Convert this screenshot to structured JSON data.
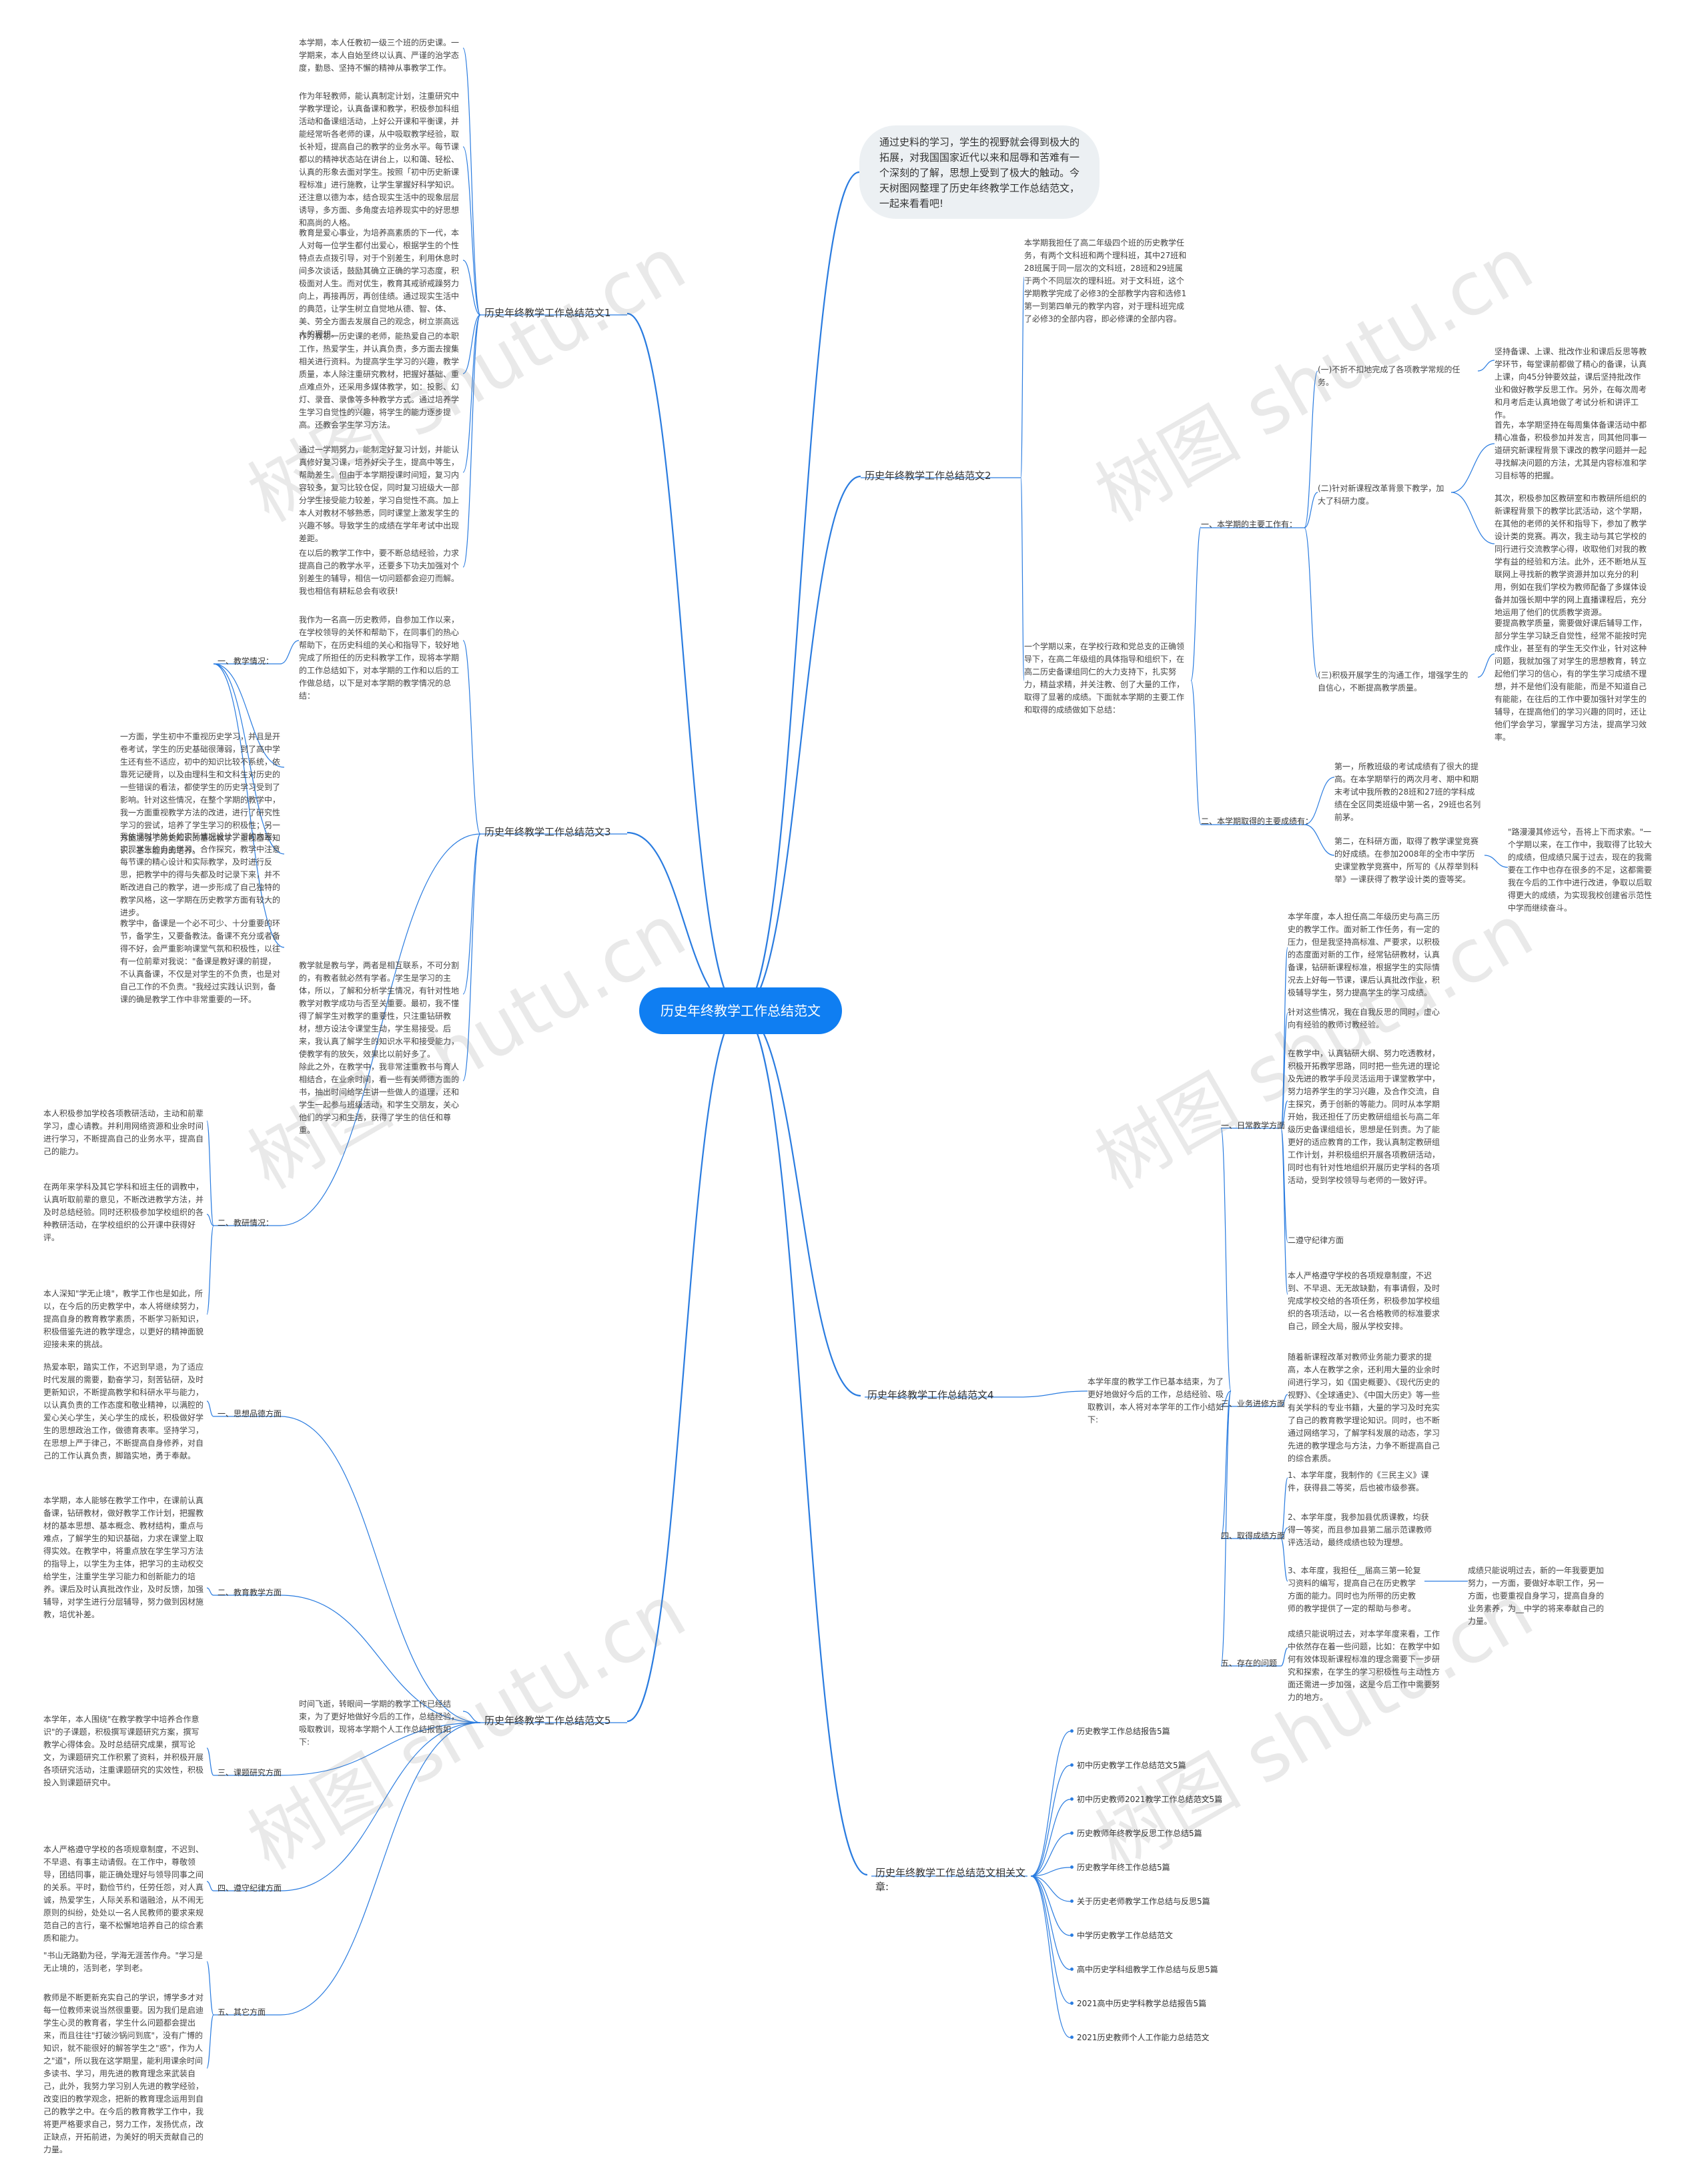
{
  "root": "历史年终教学工作总结范文",
  "intro": "通过史料的学习，学生的视野就会得到极大的拓展，对我国国家近代以来和屈辱和苦难有一个深刻的了解，思想上受到了极大的触动。今天树图网整理了历史年终教学工作总结范文，一起来看看吧!",
  "branches": {
    "b1": "历史年终教学工作总结范文1",
    "b2": "历史年终教学工作总结范文2",
    "b3": "历史年终教学工作总结范文3",
    "b4": "历史年终教学工作总结范文4",
    "b5": "历史年终教学工作总结范文5",
    "b6": "历史年终教学工作总结范文相关文章:"
  },
  "b1_paras": [
    "本学期，本人任教初一级三个班的历史课。一学期来，本人自始至终以认真、严谨的治学态度，勤恳、坚持不懈的精神从事教学工作。",
    "作为年轻教师，能认真制定计划，注重研究中学教学理论，认真备课和教学，积极参加科组活动和备课组活动，上好公开课和平衡课，并能经常听各老师的课，从中吸取教学经验，取长补短，提高自己的教学的业务水平。每节课都以的精神状态站在讲台上，以和蔼、轻松、认真的形象去面对学生。按照「初中历史新课程标准」进行施教，让学生掌握好科学知识。还注意以德为本，结合现实生活中的现象层层诱导，多方面、多角度去培养现实中的好思想和高尚的人格。",
    "教育是爱心事业，为培养高素质的下一代，本人对每一位学生都付出爱心，根据学生的个性特点去点拨引导，对于个别差生，利用休息时间多次谈话，鼓励其确立正确的学习态度，积极面对人生。而对优生，教育其戒骄戒躁努力向上，再接再厉，再创佳绩。通过现实生活中的典范，让学生树立自觉地从德、智、体、美、劳全方面去发展自己的观念，树立崇高远大的理想。",
    "作为教初一历史课的老师，能热爱自己的本职工作，热爱学生，并认真负责，多方面去搜集相关进行资料。为提高学生学习的兴趣，教学质量，本人除注重研究教材，把握好基础、重点难点外，还采用多媒体教学，如：投影、幻灯、录音、录像等多种教学方式。通过培养学生学习自觉性的兴趣，将学生的能力逐步提高。还教会学生学习方法。",
    "通过一学期努力，能制定好复习计划，并能认真修好复习课，培养好尖子生，提高中等生，帮助差生。但由于本学期授课时间短，复习内容较多，复习比较仓促，同时复习班级大一部分学生接受能力较差，学习自觉性不高。加上本人对教材不够熟悉，同时课堂上激发学生的兴趣不够。导致学生的成绩在学年考试中出现差距。",
    "在以后的教学工作中，要不断总结经验，力求提高自己的教学水平，还要多下功夫加强对个别差生的辅导，相信一切问题都会迎刃而解。我也相信有耕耘总会有收获!"
  ],
  "b2_intro": "本学期我担任了高二年级四个班的历史教学任务，有两个文科班和两个理科班，其中27班和28班属于同一层次的文科班，28班和29班属于两个不同层次的理科班。对于文科班，这个学期教学完成了必修3的全部教学内容和选修1第一到第四单元的教学内容，对于理科班完成了必修3的全部内容，即必修课的全部内容。",
  "b2_intro2": "一个学期以来，在学校行政和党总支的正确领导下，在高二年级组的具体指导和组织下，在高二历史备课组同仁的大力支持下，扎实努力，精益求精，并关注教、创了大量的工作，取得了显著的成绩。下面就本学期的主要工作和取得的成绩做如下总结：",
  "b2_l1a": "一、本学期的主要工作有：",
  "b2_l1b": "二、本学期取得的主要成绩有：",
  "b2_l2": [
    "(一)不折不扣地完成了各项教学常规的任务。",
    "(二)针对新课程改革背景下教学，加大了科研力度。",
    "(三)积极开展学生的沟通工作，增强学生的自信心，不断提高教学质量。"
  ],
  "b2_leaf1": "坚持备课、上课、批改作业和课后反思等教学环节，每堂课前都做了精心的备课，认真上课，向45分钟要效益，课后坚持批改作业和做好教学反思工作。另外，在每次周考和月考后走认真地做了考试分析和讲评工作。",
  "b2_leaf2a": "首先，本学期坚持在每周集体备课活动中都精心准备，积极参加并发言，同其他同事一道研究新课程背景下课改的教学问题并一起寻找解决问题的方法，尤其是内容标准和学习目标等的把握。",
  "b2_leaf2b": "其次，积极参加区教研室和市教研所组织的新课程背景下的教学比武活动，这个学期，在其他的老师的关怀和指导下，参加了教学设计类的竞赛。再次，我主动与其它学校的同行进行交流教学心得，收取他们对我的教学有益的经验和方法。此外，还不断地从互联网上寻找新的教学资源并加以充分的利用，例如在我们学校为教师配备了多媒体设备并加强长期中学的网上直播课程后，充分地运用了他们的优质教学资源。",
  "b2_leaf3": "要提高教学质量，需要做好课后辅导工作，部分学生学习缺乏自觉性，经常不能按时完成作业，甚至有的学生无交作业，针对这种问题，我就加强了对学生的思想教育，转立起他们学习的信心，有的学生学习成绩不理想，并不是他们没有能能，而是不知道自己有能能，在往后的工作中要加强针对学生的辅导，在提高他们的学习兴趣的同时，还让他们学会学习，掌握学习方法，提高学习效率。",
  "b2_ach1": "第一，所教班级的考试成绩有了很大的提高。在本学期举行的两次月考、期中和期末考试中我所教的28班和27班的学科成绩在全区同类班级中第一名，29班也名列前茅。",
  "b2_ach2": "第二，在科研方面，取得了教学课堂竞赛的好成绩。在参加2008年的全市中学历史课堂教学竞赛中，所写的《从荐举到科举》一课获得了教学设计类的壹等奖。",
  "b2_ach2_leaf": "\"路漫漫其修远兮，吾将上下而求索。\"一个学期以来，在工作中，我取得了比较大的成绩，但成绩只属于过去，现在的我需要在工作中也存在很多的不足，这都需要我在今后的工作中进行改进，争取以后取得更大的成绩，为实现我校创建省示范性中学而继续奋斗。",
  "b3_l1": [
    "一、教学情况：",
    "二、教研情况："
  ],
  "b3_p1": "我作为一名高一历史教师，自参加工作以来，在学校领导的关怀和帮助下，在同事们的热心帮助下，在历史科组的关心和指导下，较好地完成了所担任的历史科教学工作，现将本学期的工作总结如下，对本学期的工作和以后的工作做总结，以下是对本学期的教学情况的总结：",
  "b3_p2": "一方面，学生初中不重视历史学习，并且是开卷考试，学生的历史基础很薄弱，到了高中学生还有些不适应，初中的知识比较不系统，依靠死记硬背，以及由理科生和文科生对历史的一些错误的看法，都使学生的历史学习受到了影响。针对这些情况，在整个学期的教学中，我一方面重视教学方法的改进，进行了研究性学习的尝试，培养了学生学习的积极性；另一方面加强了历史知识的基础教学，重视基本知识、基本能力的培养。",
  "b3_p3": "我依课时地处长的实际情况设计学习的内容，实现学生的自主学习、合作探究，教学中注意每节课的精心设计和实际教学，及时进行反思，把教学中的得与失都及时记录下来，并不断改进自己的教学，进一步形成了自己独特的教学风格，这一学期在历史教学方面有较大的进步。",
  "b3_p4": "教学中，备课是一个必不可少、十分重要的环节，备学生，又要备教法。备课不充分或者备得不好，会严重影响课堂气氛和积极性，以往有一位前辈对我说：\"备课是教好课的前提，不认真备课，不仅是对学生的不负责，也是对自己工作的不负责。\"我经过实践认识到，备课的确是教学工作中非常重要的一环。",
  "b3_p5": "教学就是教与学，两者是相互联系，不可分割的，有教者就必然有学者。学生是学习的主体，所以，了解和分析学生情况，有针对性地教学对教学成功与否至关重要。最初，我不懂得了解学生对教学的重要性，只注重钻研教材，想方设法令课堂生动，学生易接受。后来，我认真了解学生的知识水平和接受能力，使教学有的放矢，效果比以前好多了。",
  "b3_p6": "除此之外，在教学中，我非常注重教书与育人相结合，在业余时间，看一些有关师德方面的书，抽出时间给学生讲一些做人的道理，还和学生一起参与班级活动，和学生交朋友，关心他们的学习和生活，获得了学生的信任和尊重。",
  "b3_p7": "本人积极参加学校各项教研活动，主动和前辈学习，虚心请教。并利用网络资源和业余时间进行学习，不断提高自己的业务水平，提高自己的能力。",
  "b3_p8": "在两年来学科及其它学科和班主任的调教中，认真听取前辈的意见，不断改进教学方法，并及时总结经验。同时还积极参加学校组织的各种教研活动，在学校组织的公开课中获得好评。",
  "b3_p9": "本人深知\"学无止境\"，教学工作也是如此，所以，在今后的历史教学中，本人将继续努力，提高自身的教育教学素质，不断学习新知识，积极借鉴先进的教学理念，以更好的精神面貌迎接未来的挑战。",
  "b4_intro": "本学年度的教学工作已基本结束，为了更好地做好今后的工作，总结经验、吸取教训，本人将对本学年的工作小结如下:",
  "b4_l1": [
    "一、日常教学方面",
    "二、遵守纪律方面",
    "三、业务进修方面",
    "四、取得成绩方面",
    "五、存在的问题"
  ],
  "b4_p1": "本学年度，本人担任高二年级历史与高三历史的教学工作。面对新工作任务，有一定的压力，但是我坚持高标准、严要求，以积极的态度面对新的工作，经常钻研教材，认真备课，钻研新课程标准，根据学生的实际情况去上好每一节课，课后认真批改作业，积极辅导学生，努力提高学生的学习成绩。",
  "b4_p2": "针对这些情况，我在自我反思的同时，虚心向有经验的教师讨教经验。",
  "b4_p3": "在教学中，认真钻研大纲、努力吃透教材，积极开拓教学思路，同时把一些先进的理论及先进的教学手段灵活运用于课堂教学中，努力培养学生的学习兴趣，及合作交流，自主探究，勇于创新的等能力。同时从本学期开始，我还担任了历史教研组组长与高二年级历史备课组组长，思想是任到责。为了能更好的适应教育的工作，我认真制定教研组工作计划，并积极组织开展各项教研活动，同时也有针对性地组织开展历史学科的各项活动，受到学校领导与老师的一致好评。",
  "b4_p4": "二遵守纪律方面",
  "b4_p5": "本人严格遵守学校的各项规章制度，不迟到、不早退、无无故缺勤，有事请假，及时完成学校交给的各项任务，积极参加学校组织的各项活动，以一名合格教师的标准要求自己，顾全大局，服从学校安排。",
  "b4_p6": "随着新课程改革对教师业务能力要求的提高，本人在教学之余，还利用大量的业余时间进行学习，如《国史概要》、《现代历史的视野》、《全球通史》、《中国大历史》等一些有关学科的专业书籍，大量的学习及时充实了自己的教育教学理论知识。同时，也不断通过网络学习，了解学科发展的动态，学习先进的教学理念与方法，力争不断提高自己的综合素质。",
  "b4_ach": [
    "1、本学年度，我制作的《三民主义》课件，获得县二等奖，后也被市级参赛。",
    "2、本学年度，我参加县优质课教，均获得一等奖，而且参加县第二届示范课教师评选活动，最终成绩也较为理想。",
    "3、本年度，我担任__届高三第一轮复习资料的编写，提高自己在历史教学方面的能力。同时也为所带的历史教师的教学提供了一定的帮助与参考。"
  ],
  "b4_ach3_leaf": "成绩只能说明过去，新的一年我要更加努力，一方面，要做好本职工作，另一方面，也要重视自身学习，提高自身的业务素养，为__中学的将来奉献自己的力量。",
  "b4_p7": "成绩只能说明过去，对本学年度来看，工作中依然存在着一些问题，比如：在教学中如何有效体现新课程标准的理念需要下一步研究和探索，在学生的学习积极性与主动性方面还需进一步加强，这是今后工作中需要努力的地方。",
  "b5_intro": "时间飞逝，转眼间一学期的教学工作已经结束，为了更好地做好今后的工作，总结经验，吸取教训，现将本学期个人工作总结报告如下:",
  "b5_l1": [
    "一、思想品德方面",
    "二、教育教学方面",
    "三、课题研究方面",
    "四、遵守纪律方面",
    "五、其它方面"
  ],
  "b5_p1": "热爱本职，踏实工作，不迟到早退，为了适应时代发展的需要，勤奋学习，刻苦钻研，及时更新知识，不断提高教学和科研水平与能力，以认真负责的工作态度和敬业精神，以满腔的爱心关心学生，关心学生的成长，积极做好学生的思想政治工作，做德育表率。坚持学习，在思想上严于律己，不断提高自身修养，对自己的工作认真负责，脚踏实地，勇于奉献。",
  "b5_p2": "本学期，本人能够在教学工作中，在课前认真备课，钻研教材，做好教学工作计划，把握教材的基本思想、基本概念、教材结构，重点与难点，了解学生的知识基础，力求在课堂上取得实效。在教学中，将重点放在学生学习方法的指导上，以学生为主体，把学习的主动权交给学生，注重学生学习能力和创新能力的培养。课后及时认真批改作业，及时反馈，加强辅导，对学生进行分层辅导，努力做到因材施教，培优补差。",
  "b5_p3": "本学年，本人围绕\"在教学教学中培养合作意识\"的子课题，积极撰写课题研究方案，撰写教学心得体会。及时总结研究成果，撰写论文，为课题研究工作积累了资料，并积极开展各项研究活动，注重课题研究的实效性，积极投入到课题研究中。",
  "b5_p4": "本人严格遵守学校的各项规章制度，不迟到、不早退、有事主动请假。在工作中，尊敬领导，团结同事，能正确处理好与领导同事之间的关系。平时，勤俭节约，任劳任怨，对人真诚，热爱学生，人际关系和谐融洽，从不闹无原则的纠纷，处处以一名人民教师的要求来规范自己的言行，毫不松懈地培养自己的综合素质和能力。",
  "b5_p5": "\"书山无路勤为径，学海无涯苦作舟。\"学习是无止境的，活到老，学到老。",
  "b5_p6": "教师是不断更新充实自己的学识，博学多才对每一位教师来说当然很重要。因为我们是启迪学生心灵的教育者，学生什么问题都会提出来，而且往往\"打破沙锅问到底\"，没有广博的知识，就不能很好的解答学生之\"惑\"，作为人之\"道\"，所以我在这学期里，能利用课余时间多读书、学习，用先进的教育理念来武装自己，此外，我努力学习别人先进的教学经验，改变旧的教学观念，把新的教育理念运用到自己的教学之中。在今后的教育教学工作中，我将更严格要求自己，努力工作，发扬优点，改正缺点，开拓前进，为美好的明天贡献自己的力量。",
  "related": [
    "历史教学工作总结报告5篇",
    "初中历史教学工作总结范文5篇",
    "初中历史教师2021教学工作总结范文5篇",
    "历史教师年终教学反思工作总结5篇",
    "历史教学年终工作总结5篇",
    "关于历史老师教学工作总结与反思5篇",
    "中学历史教学工作总结范文",
    "高中历史学科组教学工作总结与反思5篇",
    "2021高中历史学科教学总结报告5篇",
    "2021历史教师个人工作能力总结范文"
  ],
  "watermark": "树图 shutu.cn",
  "colors": {
    "line": "#2a7ce0",
    "root_bg": "#0f7ef2",
    "intro_bg": "#ecf0f3"
  }
}
